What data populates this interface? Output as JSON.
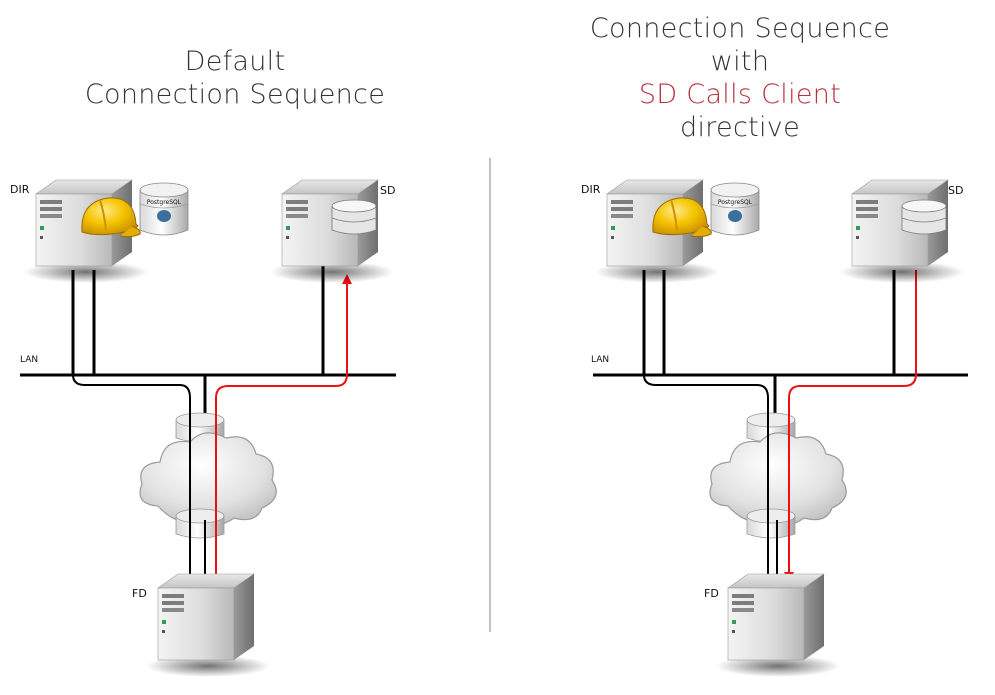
{
  "left": {
    "title_line1": "Default",
    "title_line2": "Connection Sequence",
    "labels": {
      "dir": "DIR",
      "sd": "SD",
      "fd": "FD",
      "lan": "LAN",
      "db": "PostgreSQL"
    }
  },
  "right": {
    "title_line1": "Connection Sequence",
    "title_line2": "with",
    "title_highlight": "SD Calls Client",
    "title_line4": "directive",
    "labels": {
      "dir": "DIR",
      "sd": "SD",
      "fd": "FD",
      "lan": "LAN",
      "db": "PostgreSQL"
    }
  },
  "colors": {
    "accent": "#b5323e",
    "connection_red": "#ee1111",
    "connection_black": "#000000",
    "divider": "#999999"
  },
  "icons": [
    "server-icon",
    "hard-hat-icon",
    "database-icon",
    "storage-server-icon",
    "cloud-icon",
    "router-icon"
  ]
}
